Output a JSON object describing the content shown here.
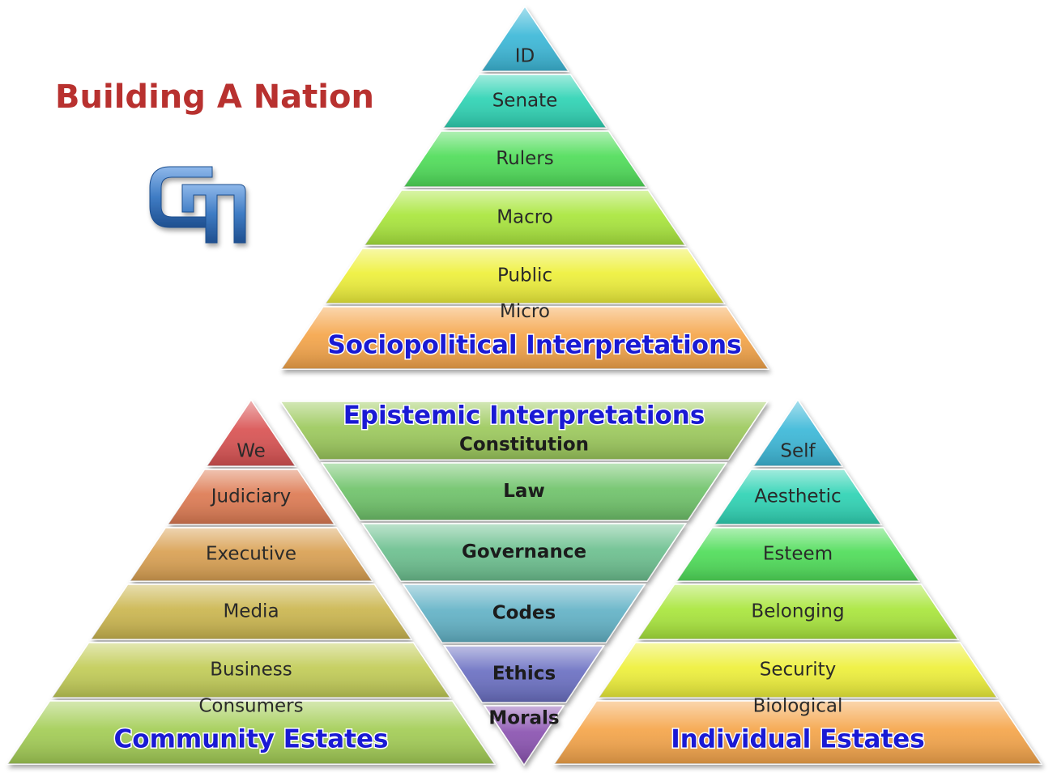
{
  "title": "Building A Nation",
  "colors": {
    "title": "#b8312f",
    "caption": "#1a1ad4",
    "logo": "#3f7cc4"
  },
  "pyramids": {
    "sociopolitical": {
      "caption": "Sociopolitical Interpretations",
      "tiers": [
        {
          "label": "ID",
          "color": "#3cb8d8"
        },
        {
          "label": "Senate",
          "color": "#2ed3b4"
        },
        {
          "label": "Rulers",
          "color": "#4fdd59"
        },
        {
          "label": "Macro",
          "color": "#a9e63c"
        },
        {
          "label": "Public",
          "color": "#eef03a"
        },
        {
          "label": "Micro",
          "color": "#f5a54a"
        }
      ]
    },
    "epistemic": {
      "caption": "Epistemic Interpretations",
      "tiers": [
        {
          "label": "Constitution",
          "color": "#9cc95c"
        },
        {
          "label": "Law",
          "color": "#6fc36a"
        },
        {
          "label": "Governance",
          "color": "#6cc08f"
        },
        {
          "label": "Codes",
          "color": "#62b2c6"
        },
        {
          "label": "Ethics",
          "color": "#6a6fc2"
        },
        {
          "label": "Morals",
          "color": "#8a52b0"
        }
      ]
    },
    "community": {
      "caption": "Community Estates",
      "tiers": [
        {
          "label": "We",
          "color": "#d95252"
        },
        {
          "label": "Judiciary",
          "color": "#dd7a52"
        },
        {
          "label": "Executive",
          "color": "#d9a052"
        },
        {
          "label": "Media",
          "color": "#cbb64f"
        },
        {
          "label": "Business",
          "color": "#c2cc57"
        },
        {
          "label": "Consumers",
          "color": "#a3cd55"
        }
      ]
    },
    "individual": {
      "caption": "Individual Estates",
      "tiers": [
        {
          "label": "Self",
          "color": "#3cb8d8"
        },
        {
          "label": "Aesthetic",
          "color": "#2ed3b4"
        },
        {
          "label": "Esteem",
          "color": "#4fdd59"
        },
        {
          "label": "Belonging",
          "color": "#a9e63c"
        },
        {
          "label": "Security",
          "color": "#eef03a"
        },
        {
          "label": "Biological",
          "color": "#f5a54a"
        }
      ]
    }
  }
}
